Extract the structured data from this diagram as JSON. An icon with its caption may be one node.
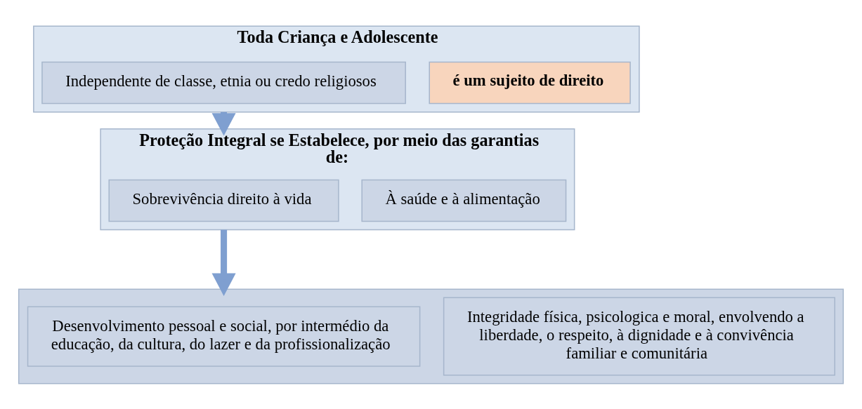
{
  "diagram": {
    "nodes": [
      {
        "text": [
          "Toda Criança e Adolescente"
        ]
      },
      {
        "text": [
          "Independente de classe, etnia ou credo religiosos"
        ],
        "in": 0
      },
      {
        "text": [
          "é um sujeito de direito"
        ],
        "in": 0
      },
      {
        "text": [
          "Proteção Integral se Estabelece, por meio das garantias de:"
        ]
      },
      {
        "text": [
          "Sobrevivência direito à vida"
        ],
        "in": 3
      },
      {
        "text": [
          "À saúde e à alimentação"
        ],
        "in": 3
      },
      {
        "text": [],
        "shape": "box"
      },
      {
        "text": [
          "Desenvolvimento pessoal e social, por intermédio da educação, da cultura, do lazer e da profissionalização"
        ],
        "in": 6
      },
      {
        "text": [
          "Integridade física, psicologica e moral, envolvendo a liberdade, o respeito, à dignidade e à convivência familiar e comunitária"
        ],
        "in": 6
      }
    ],
    "edges": [
      {
        "from": 0,
        "to": 3,
        "arrow": "to"
      },
      {
        "from": 3,
        "to": 6,
        "arrow": "to"
      }
    ]
  }
}
